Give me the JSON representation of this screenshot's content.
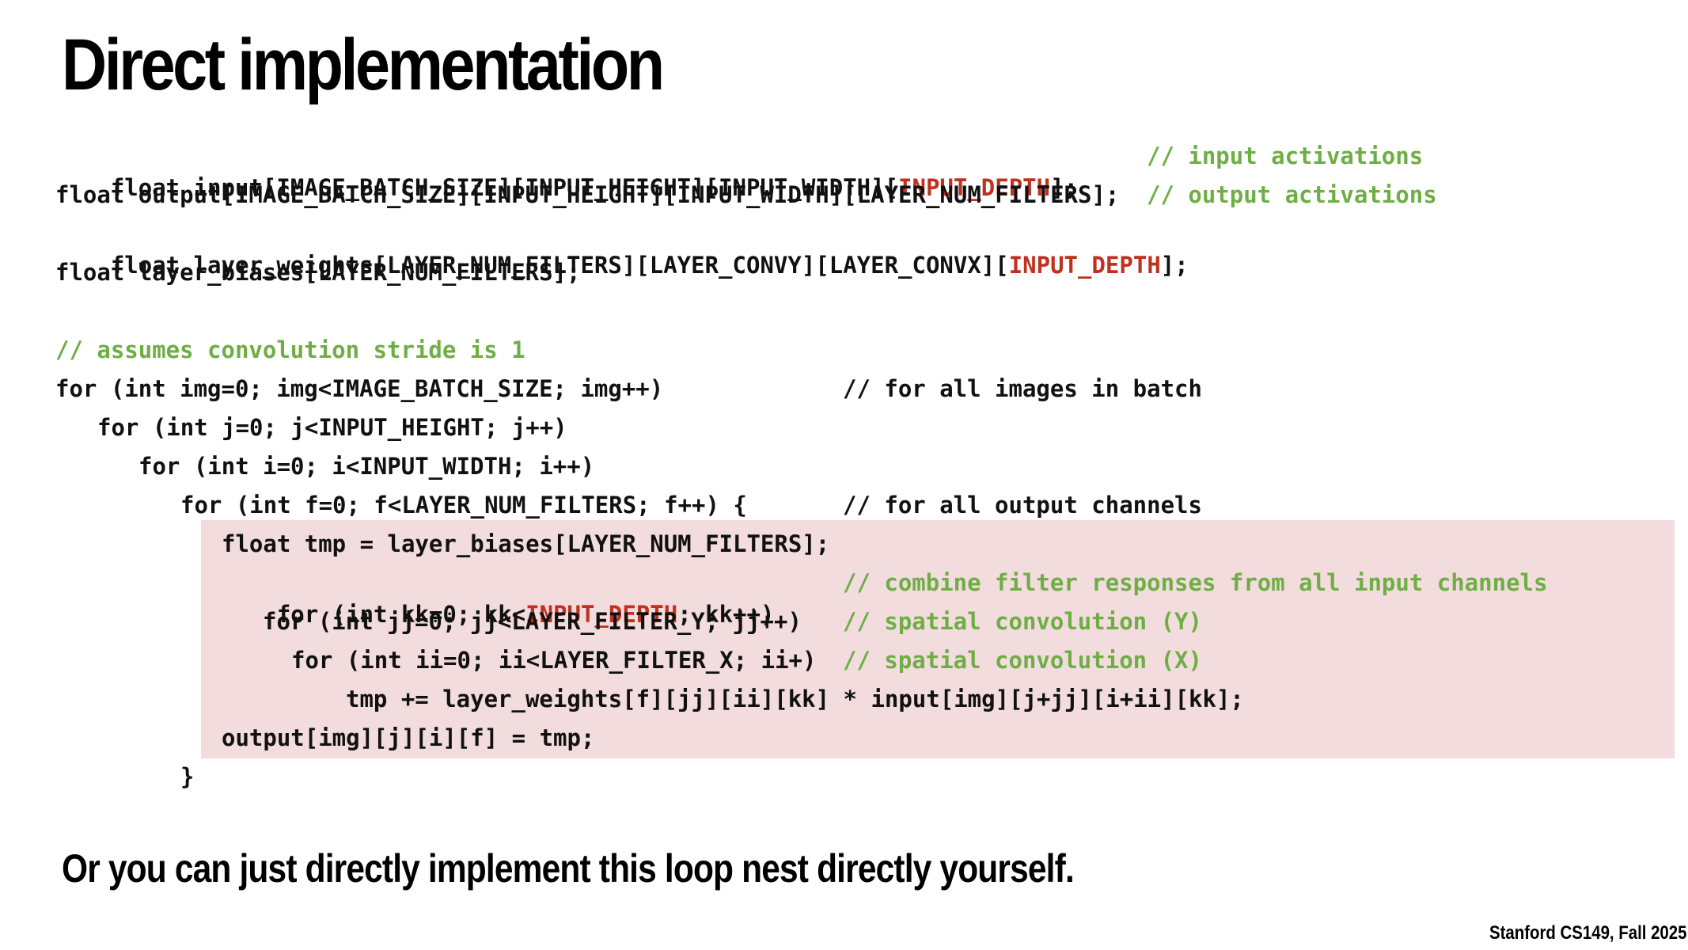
{
  "slide": {
    "title": "Direct implementation",
    "subtitle": "Or you can just directly implement this loop nest directly yourself.",
    "footer": "Stanford CS149, Fall 2025"
  },
  "code": {
    "l1": {
      "a": "float input[IMAGE_BATCH_SIZE][INPUT_HEIGHT][INPUT_WIDTH][",
      "b": "INPUT_DEPTH",
      "c": "];",
      "comment": "// input activations"
    },
    "l2": {
      "a": "float output[IMAGE_BATCH_SIZE][INPUT_HEIGHT][INPUT_WIDTH][LAYER_NUM_FILTERS];",
      "comment": "// output activations"
    },
    "l3": {
      "a": "float layer_weights[LAYER_NUM_FILTERS][LAYER_CONVY][LAYER_CONVX][",
      "b": "INPUT_DEPTH",
      "c": "];"
    },
    "l4": {
      "a": "float layer_biases[LAYER_NUM_FILTERS];"
    },
    "l6": {
      "comment": "// assumes convolution stride is 1"
    },
    "l7": {
      "a": "for (int img=0; img<IMAGE_BATCH_SIZE; img++)",
      "comment": "// for all images in batch"
    },
    "l8": {
      "a": "for (int j=0; j<INPUT_HEIGHT; j++)"
    },
    "l9": {
      "a": "for (int i=0; i<INPUT_WIDTH; i++)"
    },
    "l10": {
      "a": "for (int f=0; f<LAYER_NUM_FILTERS; f++) {",
      "comment": "// for all output channels"
    },
    "l11": {
      "a": "float tmp = layer_biases[LAYER_NUM_FILTERS];"
    },
    "l12": {
      "a": "for (int kk=0; kk<",
      "b": "INPUT_DEPTH",
      "c": "; kk++)",
      "comment": "// combine filter responses from all input channels"
    },
    "l13": {
      "a": "for (int jj=0; jj<LAYER_FILTER_Y; jj++)",
      "comment": "// spatial convolution (Y)"
    },
    "l14": {
      "a": "for (int ii=0; ii<LAYER_FILTER_X; ii+)",
      "comment": "// spatial convolution (X)"
    },
    "l15": {
      "a": "tmp += layer_weights[f][jj][ii][kk] * input[img][j+jj][i+ii][kk];"
    },
    "l16": {
      "a": "output[img][j][i][f] = tmp;"
    },
    "l17": {
      "a": "}"
    }
  },
  "colors": {
    "keyword_red": "#c0311f",
    "comment_green": "#6fae45",
    "highlight": "#f2dcdd"
  }
}
